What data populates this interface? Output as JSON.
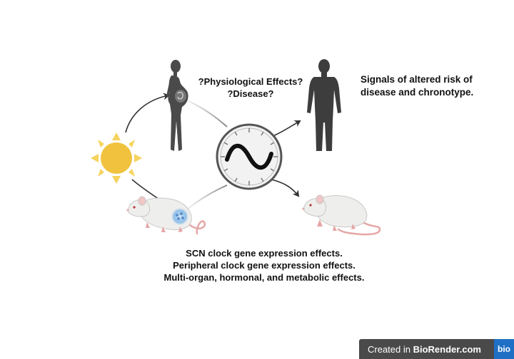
{
  "diagram": {
    "question_lines": [
      "?Physiological Effects?",
      "?Disease?"
    ],
    "signals_lines": [
      "Signals of altered risk of",
      "disease and chronotype."
    ],
    "effects_lines": [
      "SCN clock gene expression effects.",
      "Peripheral clock gene expression effects.",
      "Multi-organ, hormonal, and metabolic effects."
    ],
    "icons": [
      "sun-icon",
      "pregnant-woman-icon",
      "adult-human-icon",
      "circadian-clock-icon",
      "pregnant-mouse-icon",
      "offspring-mouse-icon"
    ],
    "colors": {
      "sun": "#f0c23e",
      "sun_rays": "#f5d35c",
      "silhouette": "#4a4a4a",
      "clock_face": "#f2f2f2",
      "clock_rim": "#555555",
      "mouse_body": "#eeeeec",
      "mouse_tail": "#e6a6a6",
      "uterus_glow": "#9cc8ee",
      "arrow": "#333333"
    }
  },
  "watermark": {
    "prefix": "Created in ",
    "brand": "BioRender.com",
    "logo": "bio"
  }
}
